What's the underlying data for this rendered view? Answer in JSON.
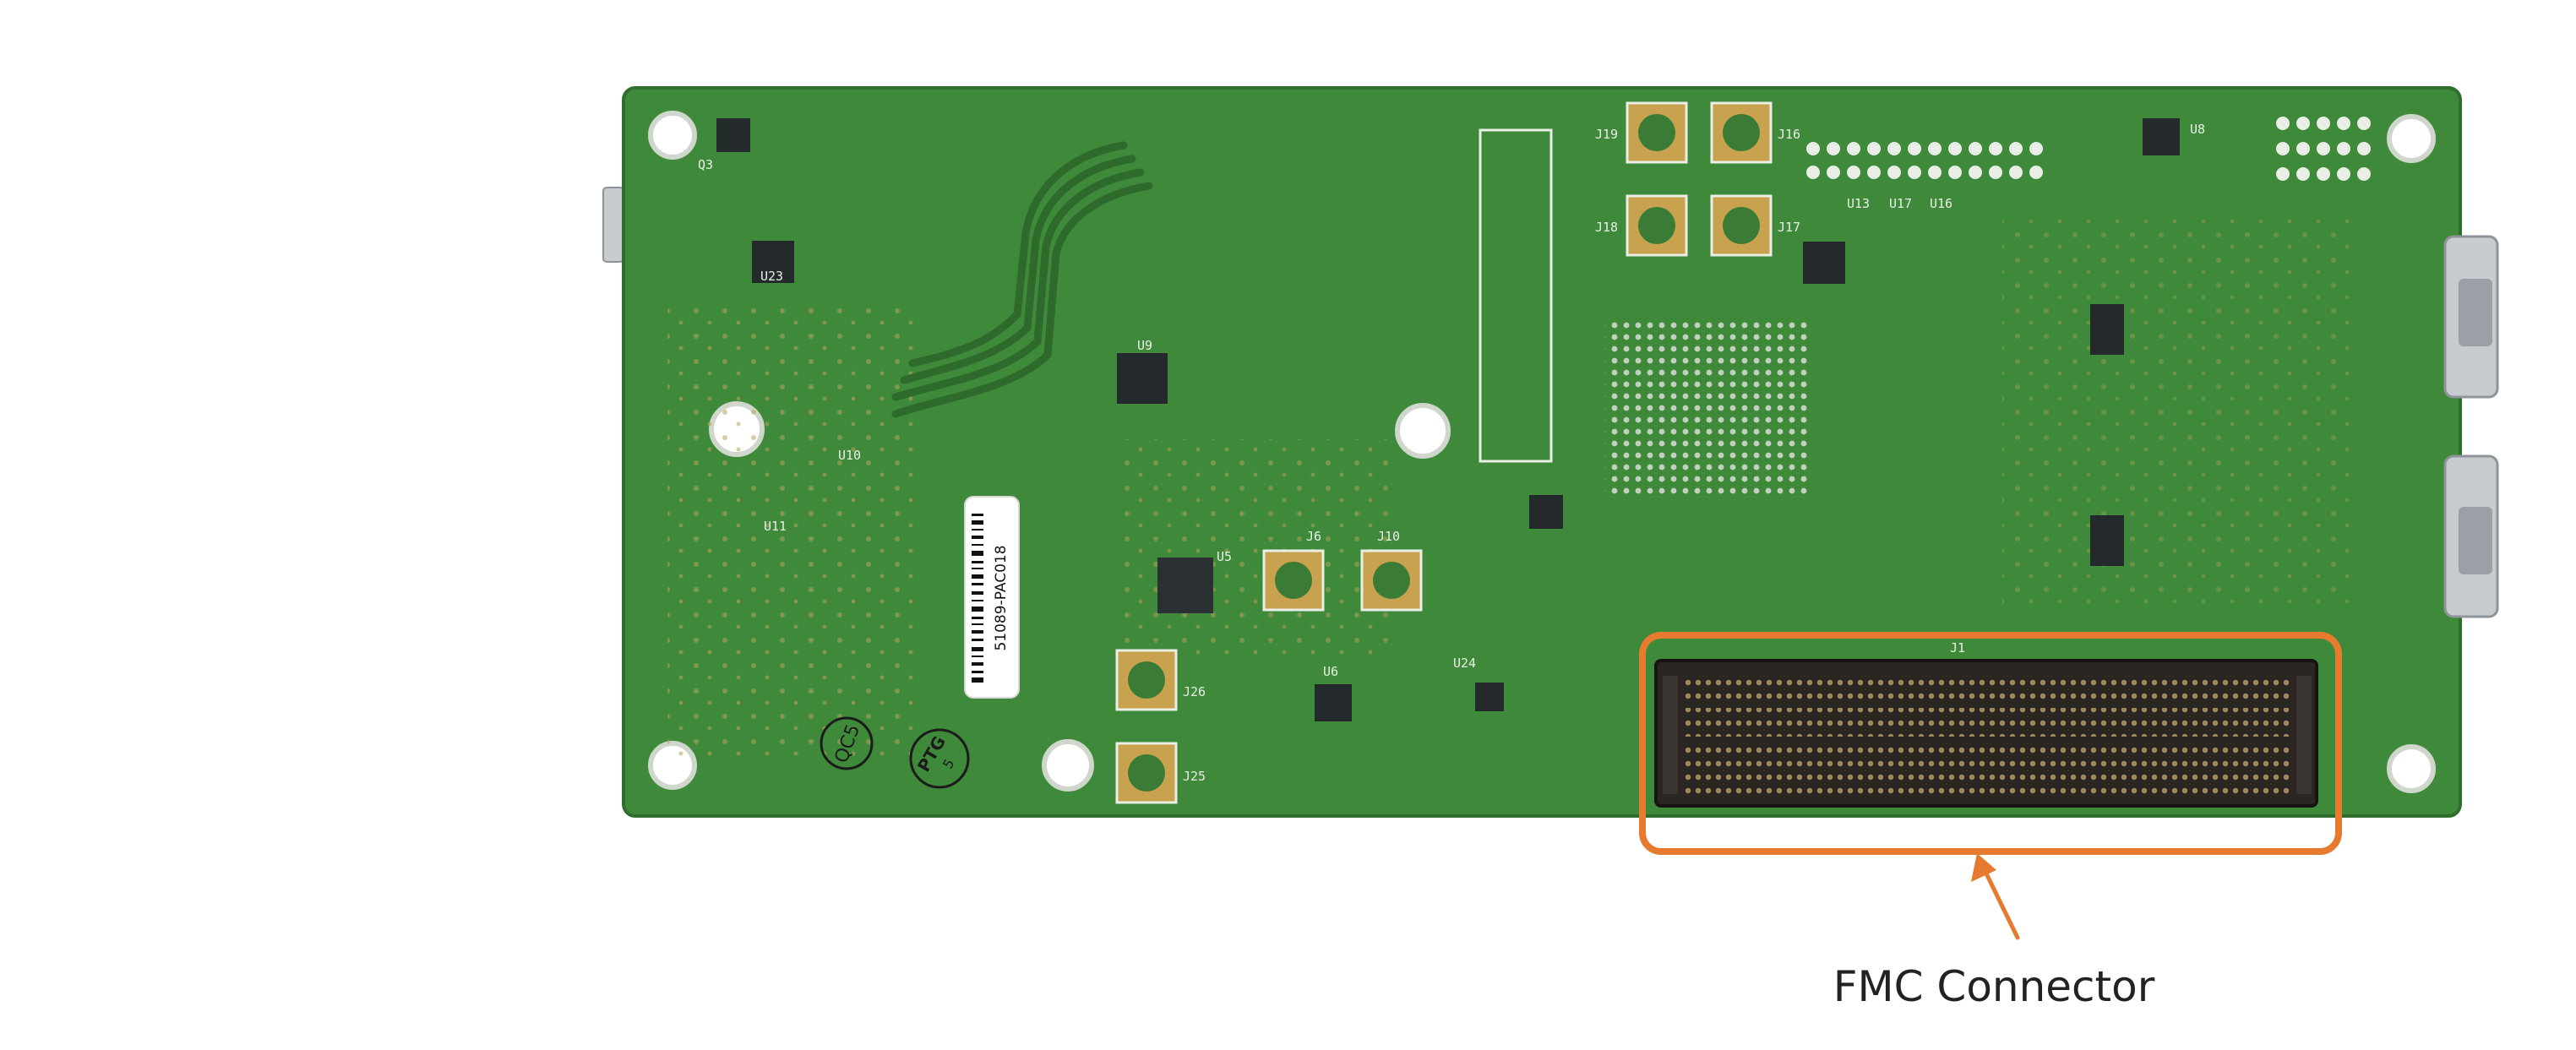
{
  "image": {
    "subject": "pcb-board-bottom-side",
    "colors": {
      "background": "#ffffff",
      "board": "#3f8a3a",
      "board_dark": "#2f6e2d",
      "trace": "#3a7c35",
      "copper_pad": "#c9a24f",
      "silkscreen": "#e9efe6",
      "connector": "#2a2622",
      "callout": "#e67a2e",
      "metal": "#c8ccd0"
    }
  },
  "board_labels": {
    "barcode_text": "51089-PAC018",
    "stamp_qc": "QC5",
    "stamp_ptg": "PTG",
    "stamp_ptg_sub": "5",
    "refs": {
      "j19": "J19",
      "j16": "J16",
      "j18": "J18",
      "j17": "J17",
      "u13": "U13",
      "u17": "U17",
      "u16": "U16",
      "u8": "U8",
      "u23": "U23",
      "q3": "Q3",
      "u9": "U9",
      "u10": "U10",
      "u11": "U11",
      "u5": "U5",
      "j6": "J6",
      "j10": "J10",
      "u6": "U6",
      "j26": "J26",
      "j25": "J25",
      "j1": "J1",
      "u24": "U24"
    }
  },
  "callout": {
    "label": "FMC Connector",
    "color": "#e67a2e"
  }
}
